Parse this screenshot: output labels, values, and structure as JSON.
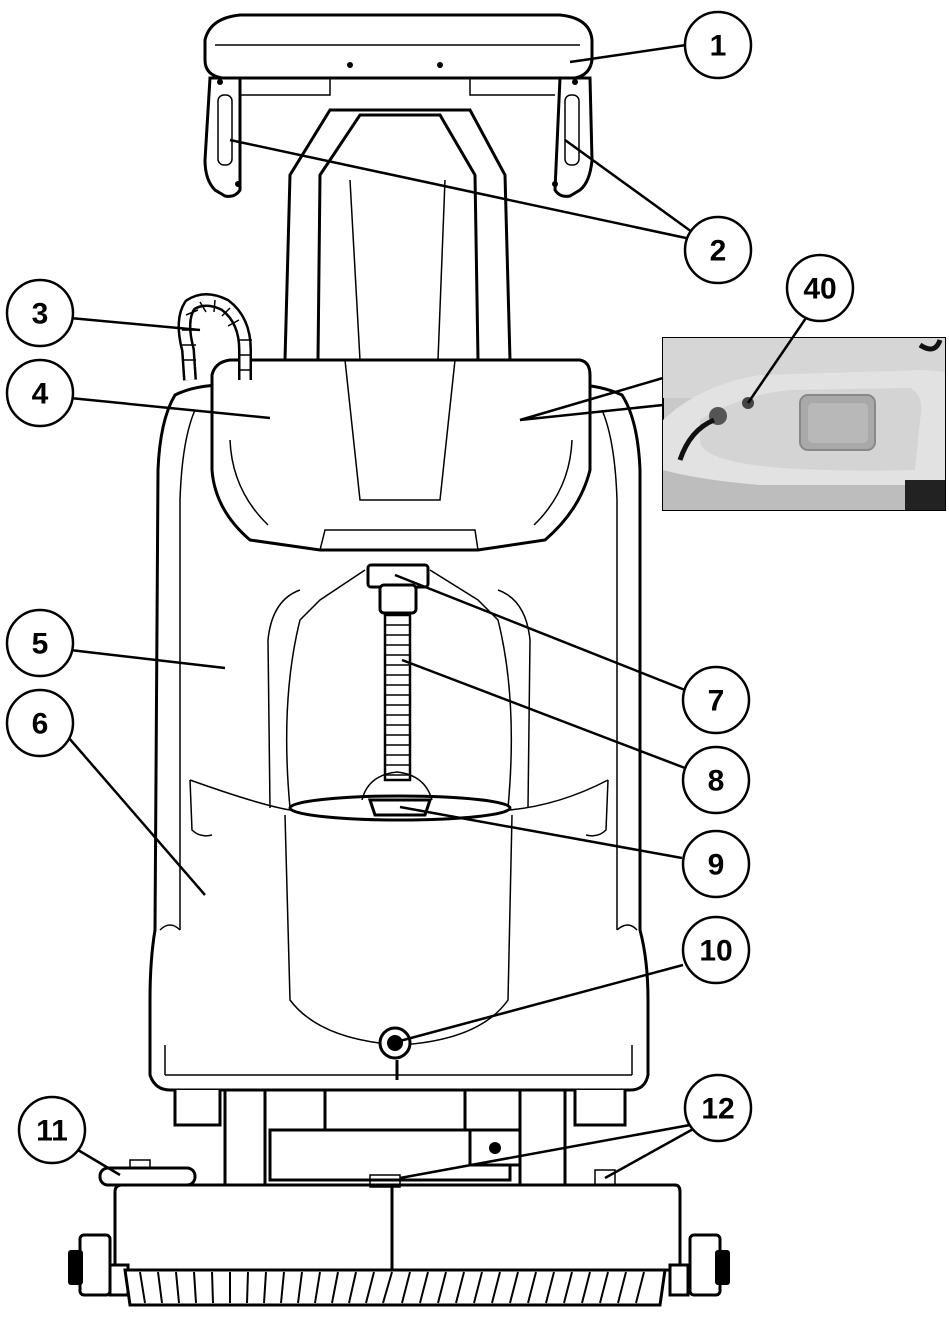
{
  "callouts": {
    "c1": "1",
    "c2": "2",
    "c3": "3",
    "c4": "4",
    "c5": "5",
    "c6": "6",
    "c7": "7",
    "c8": "8",
    "c9": "9",
    "c10": "10",
    "c11": "11",
    "c12": "12",
    "c40": "40"
  }
}
